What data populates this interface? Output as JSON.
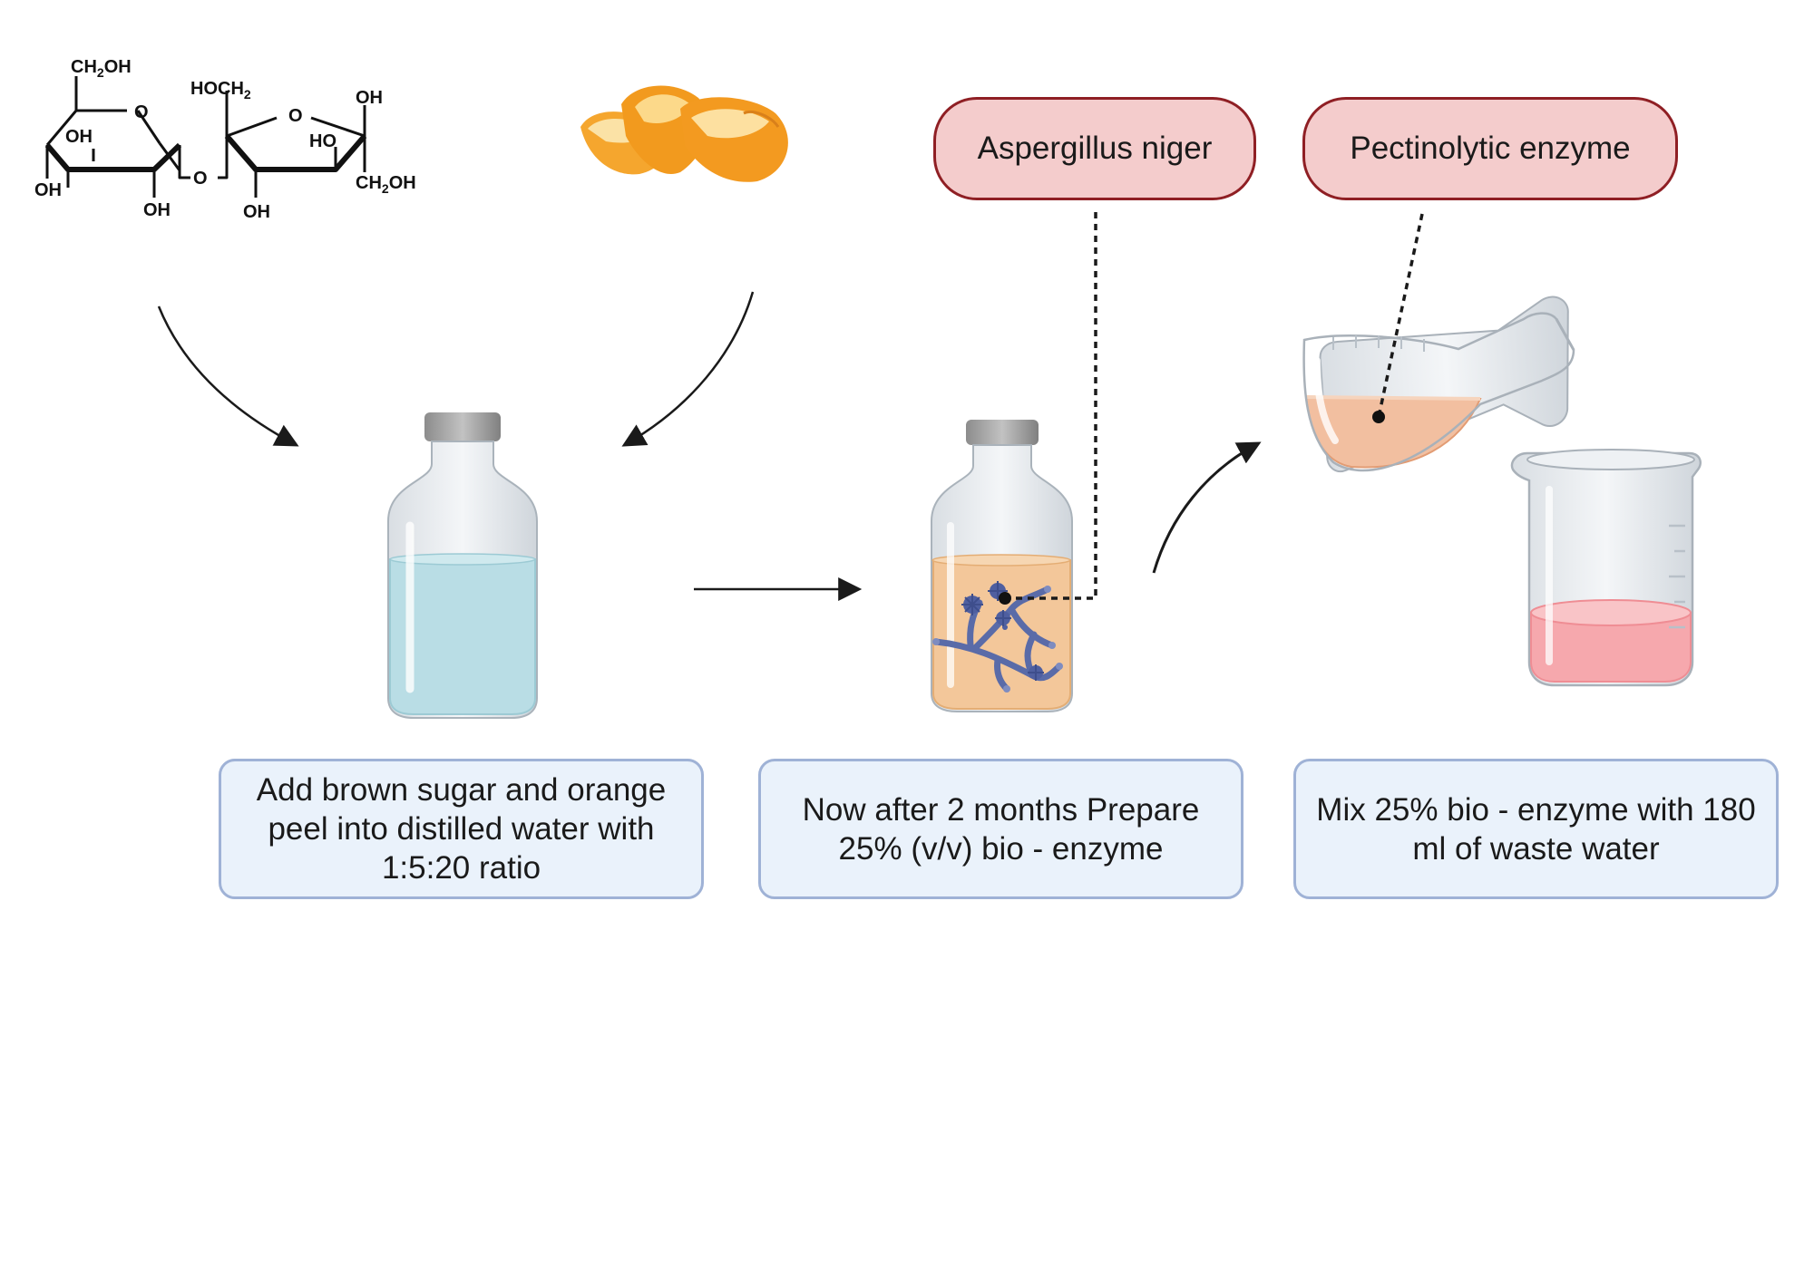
{
  "labels": {
    "aspergillus": "Aspergillus niger",
    "pectinolytic": "Pectinolytic enzyme"
  },
  "steps": [
    {
      "text": "Add brown sugar and orange peel into distilled water with 1:5:20 ratio"
    },
    {
      "text": "Now after 2 months Prepare 25% (v/v) bio - enzyme"
    },
    {
      "text": "Mix 25% bio - enzyme with 180 ml of waste water"
    }
  ],
  "sucrose": {
    "ch2oh_top": "CH",
    "oh_suffix": "OH",
    "sub2": "2",
    "ring_o": "O",
    "hoch": "HOCH",
    "oh": "OH",
    "ho": "HO",
    "bridge_o": "O"
  },
  "colors": {
    "box_fill": "#eaf2fb",
    "box_border": "#9fb2d6",
    "pill_fill": "#f4cccc",
    "pill_border": "#8f1f24",
    "water": "#b9dde5",
    "ferment": "#f3c79a",
    "mold": "#5a6ba8",
    "enzyme": "#f2bfa0",
    "waste_water": "#f6a8ad"
  },
  "icons": [
    "orange-peel-icon",
    "bottle-icon",
    "flask-icon",
    "beaker-icon",
    "mold-icon"
  ]
}
